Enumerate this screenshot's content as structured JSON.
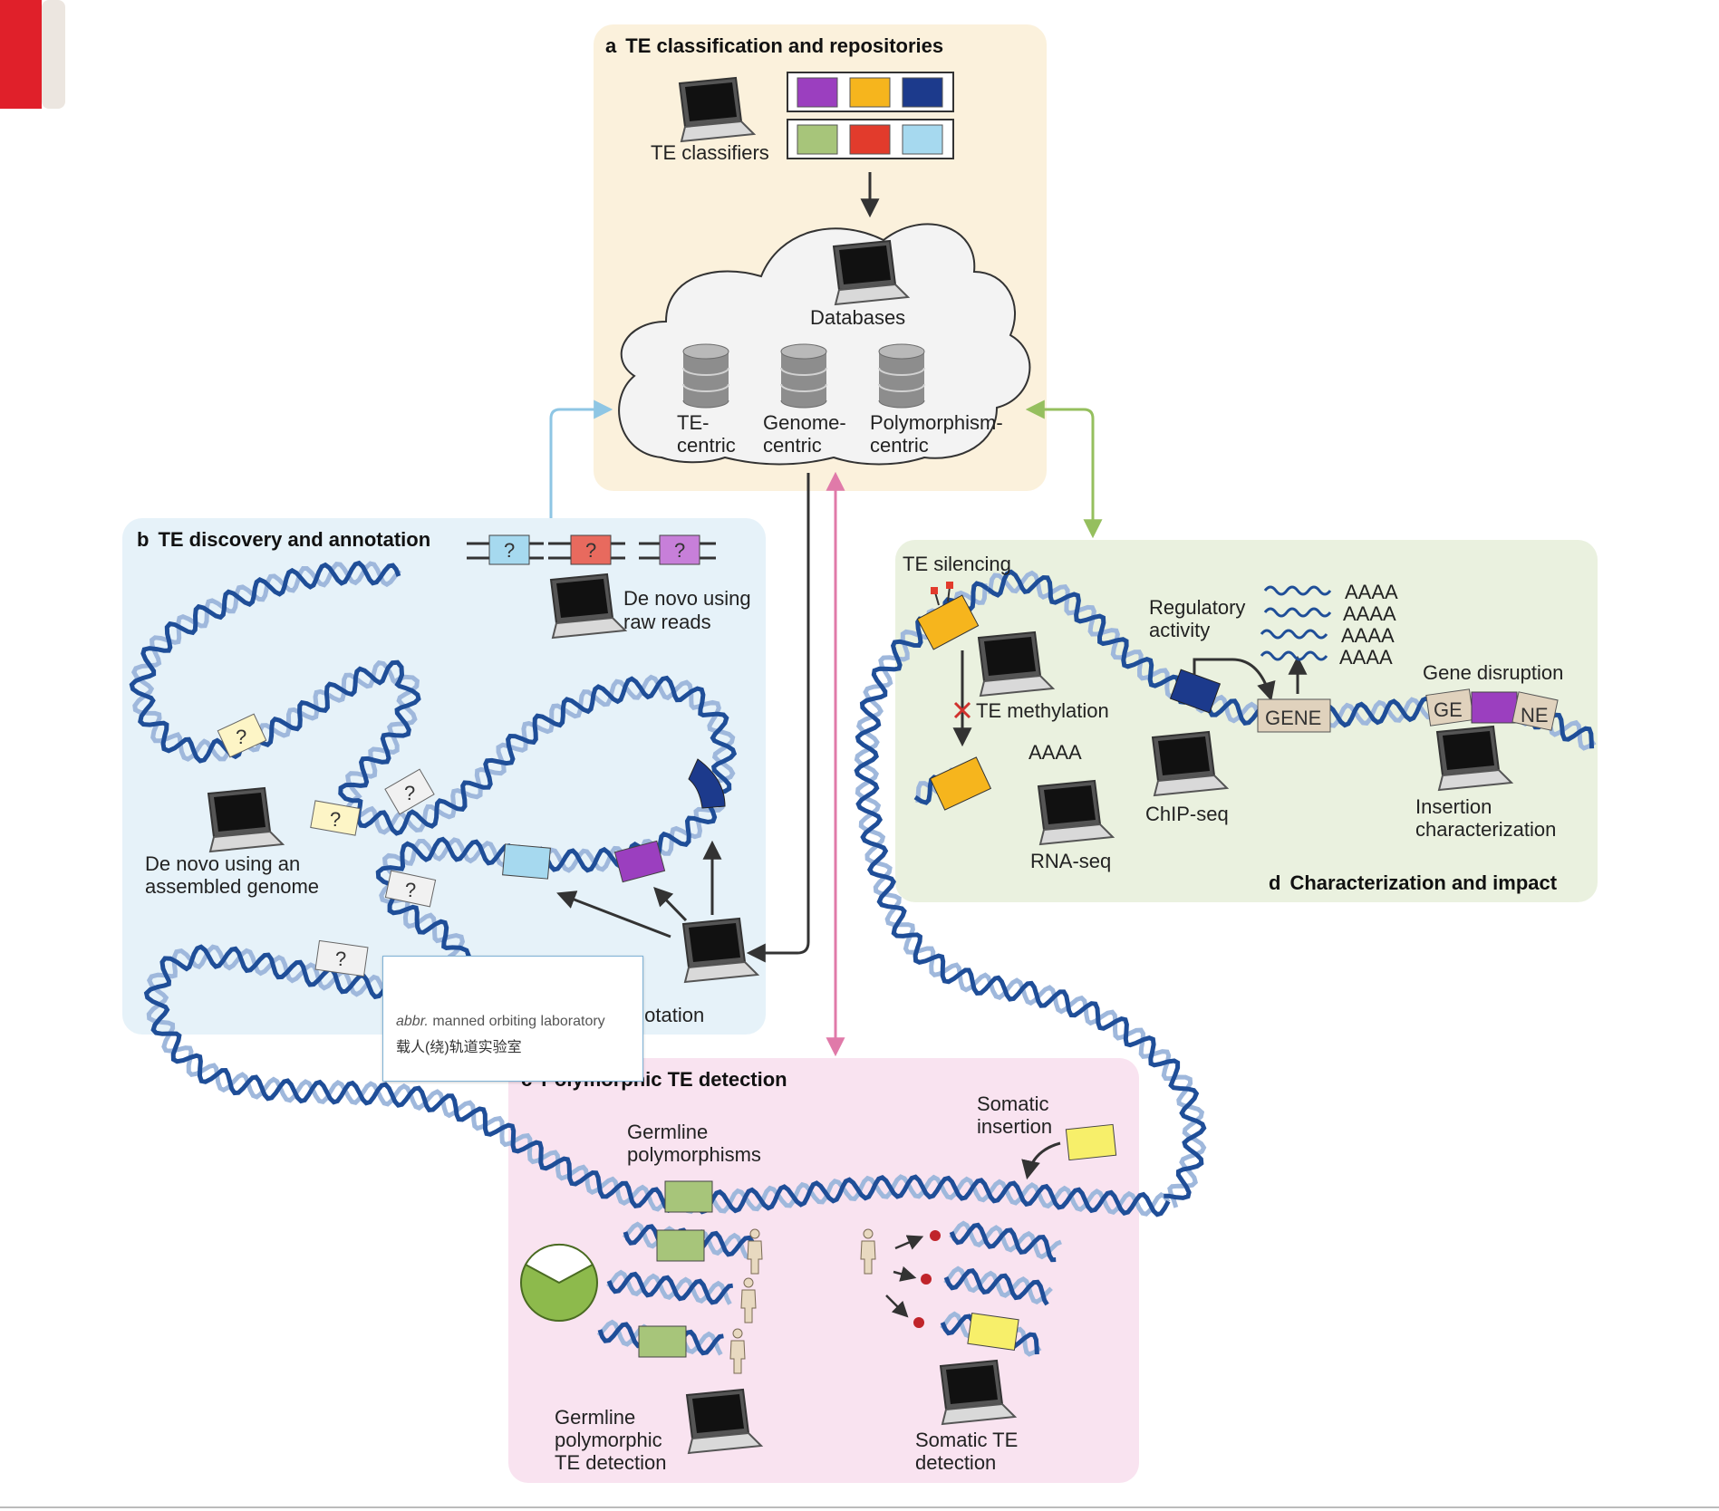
{
  "panels": {
    "a": {
      "letter": "a",
      "title": "TE classification and repositories"
    },
    "b": {
      "letter": "b",
      "title": "TE discovery and annotation"
    },
    "c": {
      "letter": "c",
      "title": "Polymorphic TE detection"
    },
    "d": {
      "letter": "d",
      "title": "Characterization and impact"
    }
  },
  "labels": {
    "te_classifiers": "TE classifiers",
    "databases": "Databases",
    "te_centric": [
      "TE-",
      "centric"
    ],
    "genome_centric": [
      "Genome-",
      "centric"
    ],
    "polymorphism_centric": [
      "Polymorphism-",
      "centric"
    ],
    "de_novo_raw_reads": [
      "De novo using",
      "raw reads"
    ],
    "de_novo_assembled": [
      "De novo using an",
      "assembled genome"
    ],
    "annotation": "Annotation",
    "te_silencing": "TE silencing",
    "te_methylation": "TE methylation",
    "regulatory_activity": [
      "Regulatory",
      "activity"
    ],
    "polya": "AAAA",
    "gene": "GENE",
    "gene_left": "GE",
    "gene_right": "NE",
    "gene_disruption": "Gene disruption",
    "insertion_characterization": [
      "Insertion",
      "characterization"
    ],
    "chip_seq": "ChIP-seq",
    "rna_seq": "RNA-seq",
    "germline_polymorphisms": [
      "Germline",
      "polymorphisms"
    ],
    "somatic_insertion": [
      "Somatic",
      "insertion"
    ],
    "germline_detection": [
      "Germline",
      "polymorphic",
      "TE detection"
    ],
    "somatic_detection": [
      "Somatic TE",
      "detection"
    ],
    "unknown_mark": "?"
  },
  "tooltip": {
    "abbr": "abbr.",
    "definition": "manned orbiting laboratory",
    "translation": "载人(绕)轨道实验室"
  },
  "colors": {
    "panel_a_bg": "#fbf1dc",
    "panel_b_bg": "#e6f2f9",
    "panel_c_bg": "#f9e3f0",
    "panel_d_bg": "#eaf1df",
    "dna_dark": "#1f4e98",
    "dna_light": "#9fb8dc",
    "te_purple": "#9b3fbf",
    "te_yellow": "#f6b51d",
    "te_navy": "#1c3a8c",
    "te_green": "#a7c57a",
    "te_red": "#e23b2c",
    "te_lightblue": "#a6d9ef",
    "arrow_blue": "#8ec6e4",
    "arrow_green": "#95bf5e",
    "arrow_pink": "#e07aa9",
    "corner_red": "#e0202a"
  }
}
